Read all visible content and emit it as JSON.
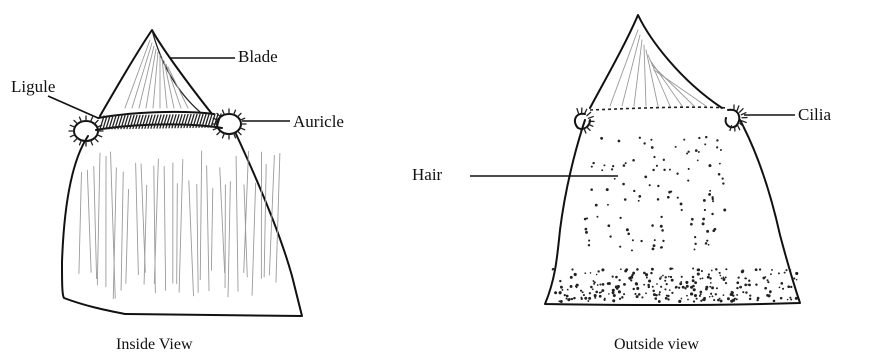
{
  "diagram": {
    "inside": {
      "caption": "Inside View",
      "labels": {
        "blade": "Blade",
        "ligule": "Ligule",
        "auricle": "Auricle"
      }
    },
    "outside": {
      "caption": "Outside view",
      "labels": {
        "cilia": "Cilia",
        "hair": "Hair"
      }
    }
  }
}
